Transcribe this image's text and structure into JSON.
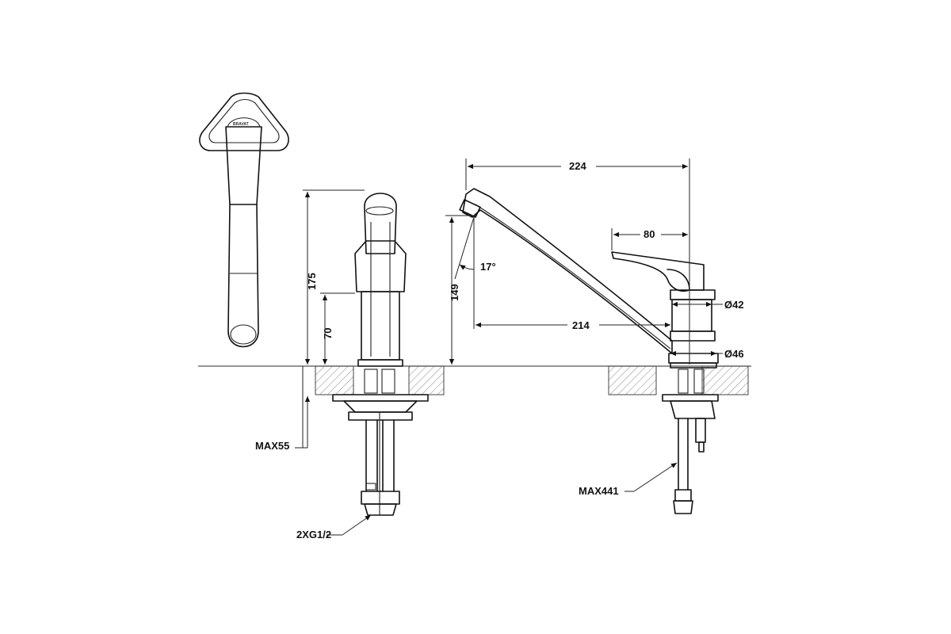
{
  "drawing": {
    "brand_mark": "BRAVAT",
    "colors": {
      "line": "#111111",
      "background": "#ffffff",
      "hatch": "#9a9a9a",
      "countertop": "#555555"
    }
  },
  "dimensions": {
    "total_height": "175",
    "body_height": "70",
    "max_countertop": "MAX55",
    "connection_thread": "2XG1/2",
    "spout_reach_total": "224",
    "handle_offset": "80",
    "spout_height": "149",
    "spout_angle": "17°",
    "spout_reach": "214",
    "body_diameter_upper": "Ø42",
    "body_diameter_base": "Ø46",
    "max_hose_length": "MAX441"
  }
}
